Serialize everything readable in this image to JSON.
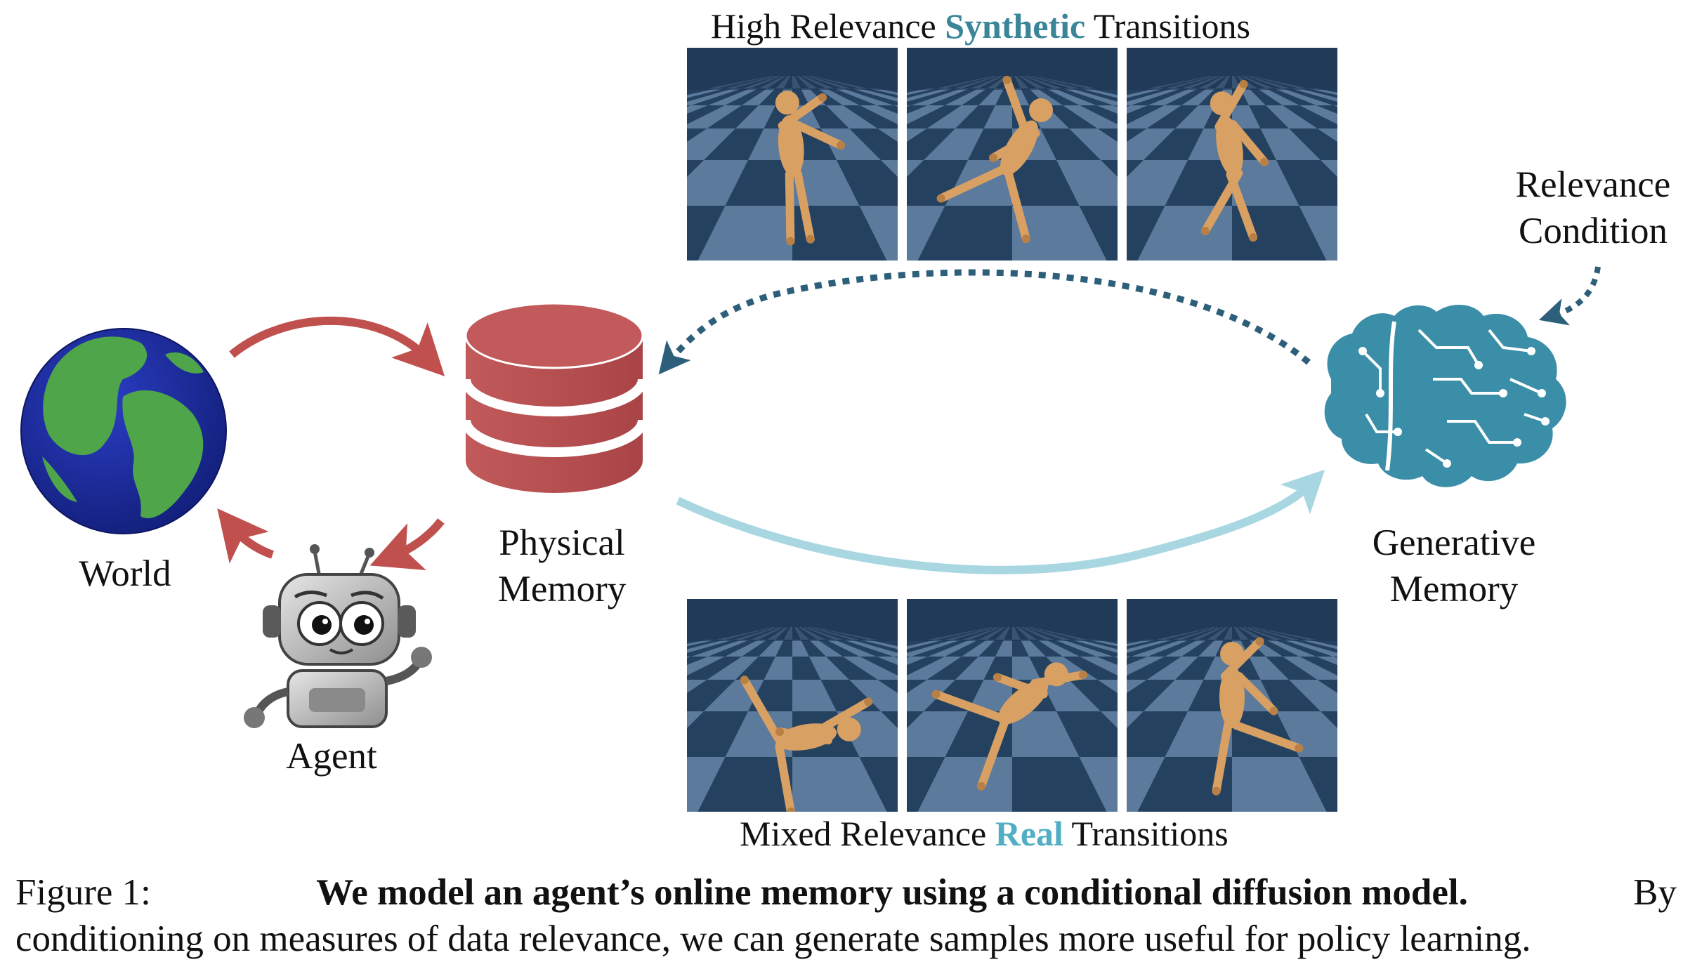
{
  "labels": {
    "world": "World",
    "agent": "Agent",
    "physical_memory": [
      "Physical",
      "Memory"
    ],
    "generative_memory": [
      "Generative",
      "Memory"
    ],
    "relevance_condition": [
      "Relevance",
      "Condition"
    ]
  },
  "top_title": {
    "prefix": "High Relevance ",
    "highlight": "Synthetic",
    "suffix": " Transitions"
  },
  "bottom_title": {
    "prefix": "Mixed Relevance ",
    "highlight": "Real",
    "suffix": " Transitions"
  },
  "caption": {
    "figure_label": "Figure 1:",
    "bold_sentence": "We model an agent’s online memory using a conditional diffusion model.",
    "line1_end": "By",
    "line2": "conditioning on measures of data relevance, we can generate samples more useful for policy learning."
  },
  "colors": {
    "red_arrow": "#c0504d",
    "dark_teal_dotted": "#2e5f7a",
    "light_blue_arrow": "#a8d7e2",
    "synthetic_highlight": "#3a8597",
    "real_highlight": "#52aec4",
    "brain": "#3a8ea7",
    "database": "#b94e50"
  },
  "icons": [
    "globe-icon",
    "robot-icon",
    "database-icon",
    "brain-icon",
    "humanoid-figure-icon"
  ]
}
